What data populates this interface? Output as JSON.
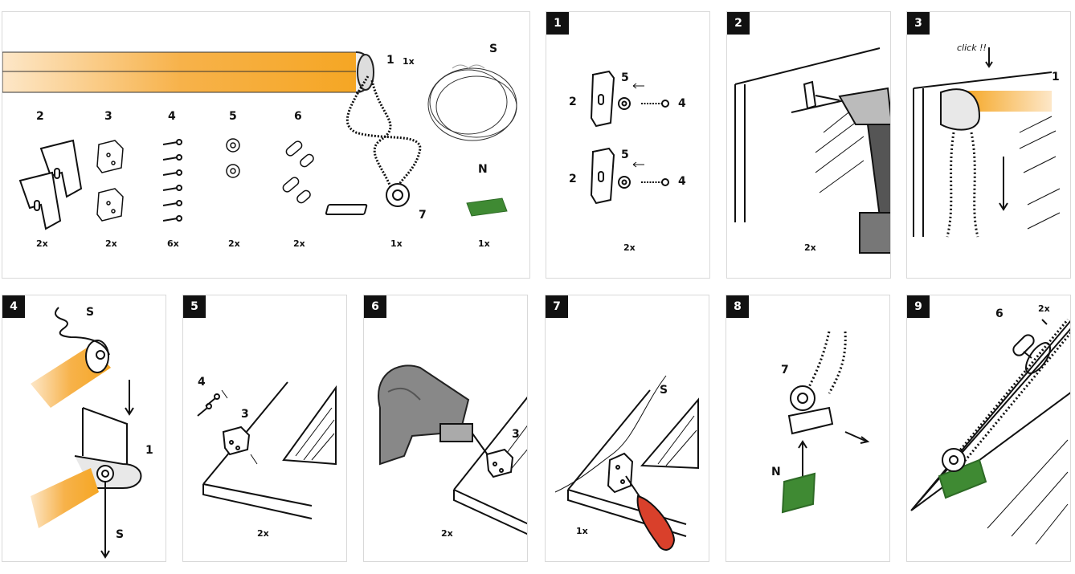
{
  "parts": {
    "roller_label": "1",
    "roller_qty": "1x",
    "chain_label": "S",
    "items": [
      {
        "label": "2",
        "qty": "2x"
      },
      {
        "label": "3",
        "qty": "2x"
      },
      {
        "label": "4",
        "qty": "6x"
      },
      {
        "label": "5",
        "qty": "2x"
      },
      {
        "label": "6",
        "qty": "2x"
      },
      {
        "label": "7",
        "qty": "1x"
      },
      {
        "label": "N",
        "qty": "1x"
      }
    ]
  },
  "steps": [
    {
      "num": "1",
      "labels": {
        "a": "2",
        "b": "5",
        "c": "4",
        "d": "2",
        "e": "5",
        "f": "4"
      },
      "qty": "2x"
    },
    {
      "num": "2",
      "qty": "2x"
    },
    {
      "num": "3",
      "note": "click !!",
      "label": "1"
    },
    {
      "num": "4",
      "labels": {
        "s1": "S",
        "one": "1",
        "s2": "S"
      }
    },
    {
      "num": "5",
      "labels": {
        "four": "4",
        "three": "3"
      },
      "qty": "2x"
    },
    {
      "num": "6",
      "labels": {
        "three": "3"
      },
      "qty": "2x"
    },
    {
      "num": "7",
      "labels": {
        "s": "S"
      },
      "qty": "1x"
    },
    {
      "num": "8",
      "labels": {
        "seven": "7",
        "n": "N"
      }
    },
    {
      "num": "9",
      "labels": {
        "six": "6"
      },
      "qty": "2x"
    }
  ],
  "colors": {
    "roller": "#f5a623",
    "green": "#3f8a33",
    "handle": "#d9402b"
  }
}
